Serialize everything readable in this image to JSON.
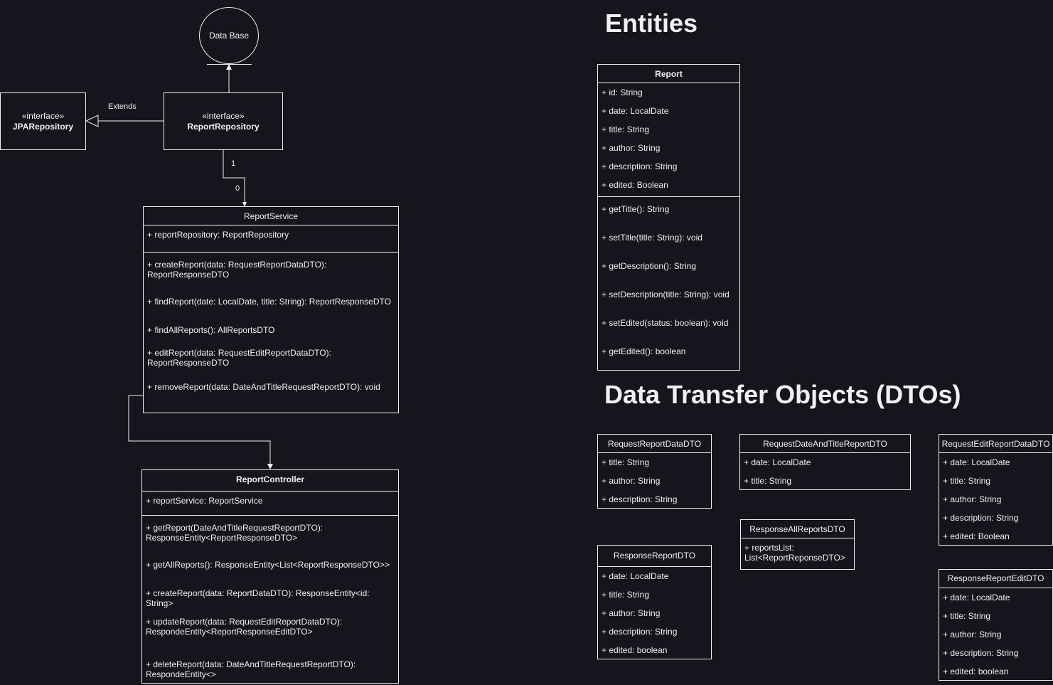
{
  "headings": {
    "entities": "Entities",
    "dtos": "Data Transfer Objects (DTOs)"
  },
  "database": {
    "label": "Data Base"
  },
  "jpa_repository": {
    "stereotype": "«interface»",
    "name": "JPARepository"
  },
  "report_repository": {
    "stereotype": "«interface»",
    "name": "ReportRepository"
  },
  "edge_labels": {
    "extends": "Extends",
    "mult_source": "1",
    "mult_target": "0"
  },
  "report_service": {
    "name": "ReportService",
    "attributes": [
      "+ reportRepository: ReportRepository"
    ],
    "methods": [
      "+ createReport(data: RequestReportDataDTO): ReportResponseDTO",
      "+ findReport(date: LocalDate, title: String): ReportResponseDTO",
      "+ findAllReports(): AllReportsDTO",
      "+ editReport(data: RequestEditReportDataDTO): ReportResponseDTO",
      "+ removeReport(data: DateAndTitleRequestReportDTO): void"
    ]
  },
  "report_controller": {
    "name": "ReportController",
    "attributes": [
      "+ reportService: ReportService"
    ],
    "methods": [
      "+ getReport(DateAndTitleRequestReportDTO): ResponseEntity<ReportResponseDTO>",
      "+ getAllReports(): ResponseEntity<List<ReportResponseDTO>>",
      "+ createReport(data: ReportDataDTO): ResponseEntity<id: String>",
      "+ updateReport(data: RequestEditReportDataDTO): RespondeEntity<ReportResponseEditDTO>",
      "+ deleteReport(data: DateAndTitleRequestReportDTO): RespondeEntity<>"
    ]
  },
  "report_entity": {
    "name": "Report",
    "attributes": [
      "+ id: String",
      "+ date: LocalDate",
      "+ title: String",
      "+ author: String",
      "+  description: String",
      "+  edited: Boolean"
    ],
    "methods": [
      "+ getTitle(): String",
      "+ setTitle(title: String): void",
      "+ getDescription(): String",
      "+ setDescription(title: String): void",
      "+ setEdited(status: boolean): void",
      "+ getEdited(): boolean"
    ]
  },
  "dtos": {
    "request_report_data": {
      "name": "RequestReportDataDTO",
      "fields": [
        "+ title: String",
        "+ author: String",
        "+ description: String"
      ]
    },
    "request_date_and_title": {
      "name": "RequestDateAndTitleReportDTO",
      "fields": [
        "+ date: LocalDate",
        "+ title: String"
      ]
    },
    "request_edit_report_data": {
      "name": "RequestEditReportDataDTO",
      "fields": [
        "+ date: LocalDate",
        "+ title: String",
        "+ author: String",
        "+ description: String",
        "+ edited: Boolean"
      ]
    },
    "response_all_reports": {
      "name": "ResponseAllReportsDTO",
      "fields": [
        "+ reportsList: List<ReportReponseDTO>"
      ]
    },
    "response_report": {
      "name": "ResponseReportDTO",
      "fields": [
        "+ date: LocalDate",
        "+ title: String",
        "+ author: String",
        "+ description: String",
        "+ edited: boolean"
      ]
    },
    "response_report_edit": {
      "name": "ResponseReportEditDTO",
      "fields": [
        "+ date: LocalDate",
        "+ title: String",
        "+ author: String",
        "+ description: String",
        "+ edited: boolean"
      ]
    }
  }
}
